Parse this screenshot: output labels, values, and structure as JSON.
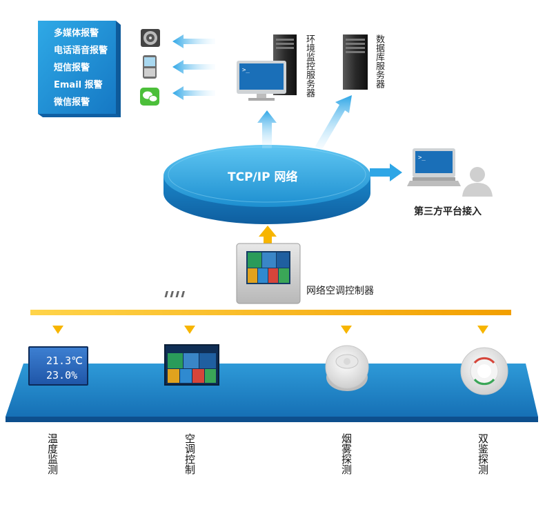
{
  "alarms": [
    "多媒体报警",
    "电话语音报警",
    "短信报警",
    "Email 报警",
    "微信报警"
  ],
  "servers": {
    "monitor": "环境监控服务器",
    "database": "数据库服务器"
  },
  "network": {
    "label": "TCP/IP 网络"
  },
  "third_party": {
    "label": "第三方平台接入"
  },
  "controller": {
    "label": "网络空调控制器"
  },
  "temp_screen": {
    "line1": "21.3℃",
    "line2": "23.0%"
  },
  "devices": [
    {
      "label": "温度监测"
    },
    {
      "label": "空调控制"
    },
    {
      "label": "烟雾探测"
    },
    {
      "label": "双鉴探测"
    }
  ],
  "colors": {
    "accent": "#1e8fcf",
    "arrow_blue": "#46b6ea",
    "bus_orange": "#f7b500",
    "base_blue": "#1b7fc2"
  }
}
